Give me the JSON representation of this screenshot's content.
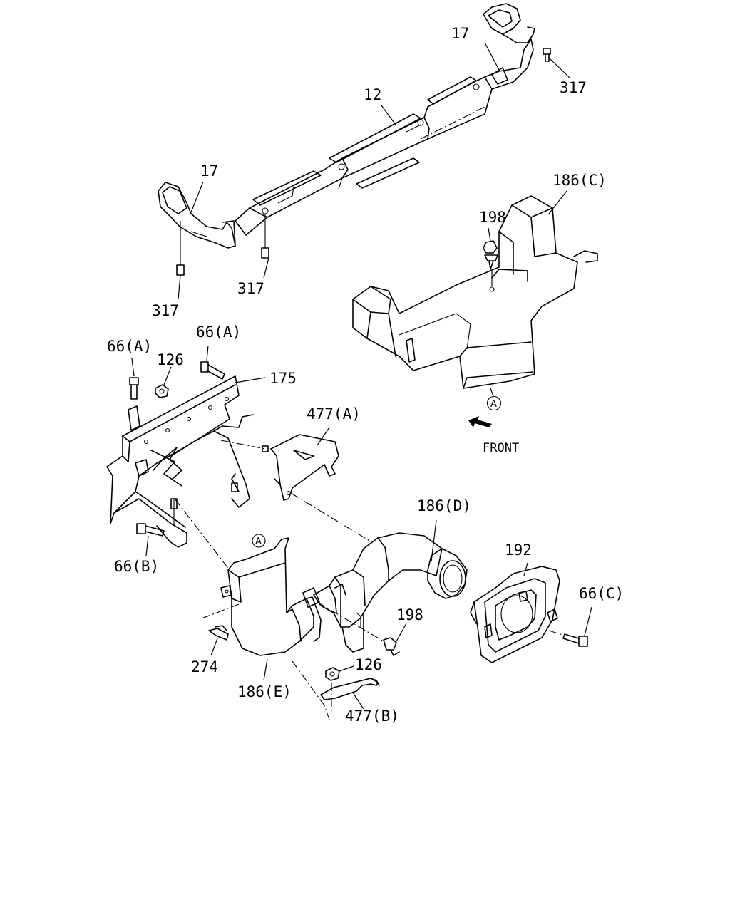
{
  "callouts": {
    "c17_top": "17",
    "c317_top": "317",
    "c12": "12",
    "c17_left": "17",
    "c317_mid": "317",
    "c317_left": "317",
    "c186C": "186(C)",
    "c198_top": "198",
    "c66A_left": "66(A)",
    "c66A_right": "66(A)",
    "c126_top": "126",
    "c175": "175",
    "c477A": "477(A)",
    "c186D": "186(D)",
    "c192": "192",
    "c66C": "66(C)",
    "c66B": "66(B)",
    "c198_bot": "198",
    "c274": "274",
    "c126_bot": "126",
    "c186E": "186(E)",
    "c477B": "477(B)"
  },
  "markers": {
    "a_upper": "A",
    "a_lower": "A"
  },
  "front_label": "FRONT"
}
